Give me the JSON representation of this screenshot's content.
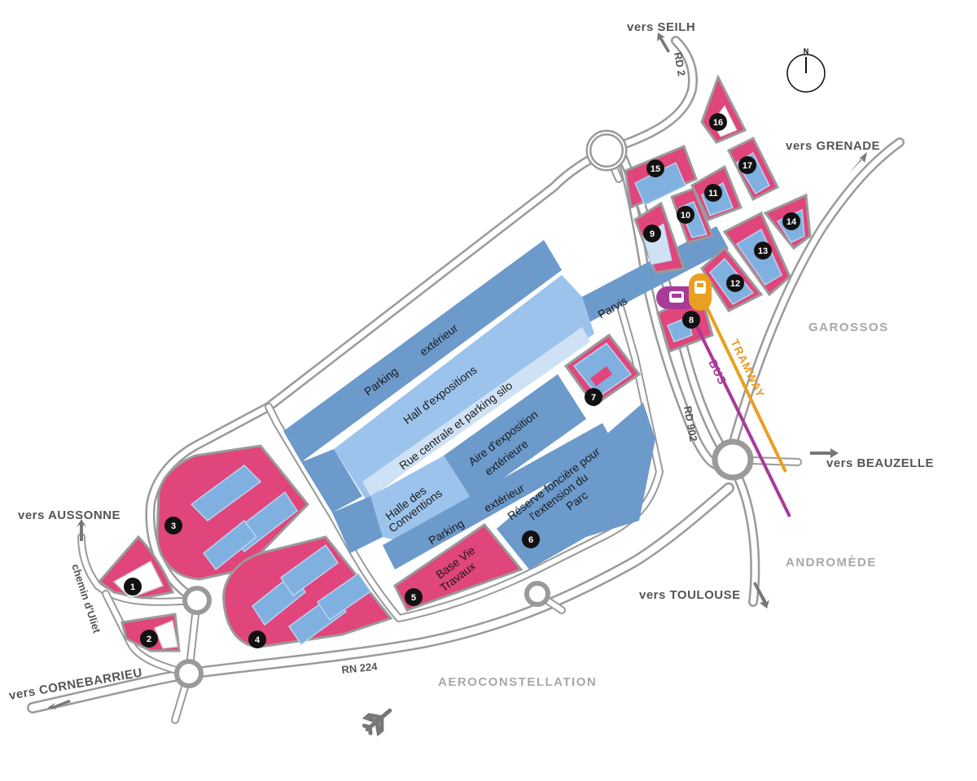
{
  "map": {
    "directions": {
      "seilh": "vers SEILH",
      "grenade": "vers GRENADE",
      "aussonne": "vers AUSSONNE",
      "beauzelle": "vers BEAUZELLE",
      "toulouse": "vers TOULOUSE",
      "cornebarrieu": "vers CORNEBARRIEU"
    },
    "areas": {
      "garossos": "GAROSSOS",
      "andromede": "ANDROMÈDE",
      "aeroconstellation": "AEROCONSTELLATION"
    },
    "roads": {
      "rd2": "RD 2",
      "rd902": "RD 902",
      "rn224": "RN 224",
      "chemin": "chemin d'Uliet"
    },
    "zones": {
      "parking_ext_top_1": "Parking",
      "parking_ext_top_2": "extérieur",
      "hall_expo": "Hall d'expositions",
      "rue_centrale": "Rue centrale et parking silo",
      "parvis": "Parvis",
      "aire_expo_1": "Aire d'exposition",
      "aire_expo_2": "extérieure",
      "halle_conv_1": "Halle des",
      "halle_conv_2": "Conventions",
      "parking_bottom_1": "Parking",
      "parking_bottom_2": "extérieur",
      "reserve_1": "Réserve foncière pour",
      "reserve_2": "l'extension du",
      "reserve_3": "Parc",
      "base_vie_1": "Base Vie",
      "base_vie_2": "Travaux"
    },
    "transit": {
      "tramway": "TRAMWAY",
      "bus": "BUS"
    },
    "compass": "N",
    "markers": [
      "1",
      "2",
      "3",
      "4",
      "5",
      "6",
      "7",
      "8",
      "9",
      "10",
      "11",
      "12",
      "13",
      "14",
      "15",
      "16",
      "17"
    ],
    "colors": {
      "plot": "#e0457b",
      "zone": "#6c9acb",
      "building": "#7fb0e0",
      "road": "#9a9a9a",
      "tramway": "#e8a020",
      "bus": "#a83a98",
      "marker": "#111111"
    },
    "icons": [
      "compass-icon",
      "airplane-icon",
      "bus-icon",
      "tram-icon",
      "arrow-icon"
    ]
  }
}
